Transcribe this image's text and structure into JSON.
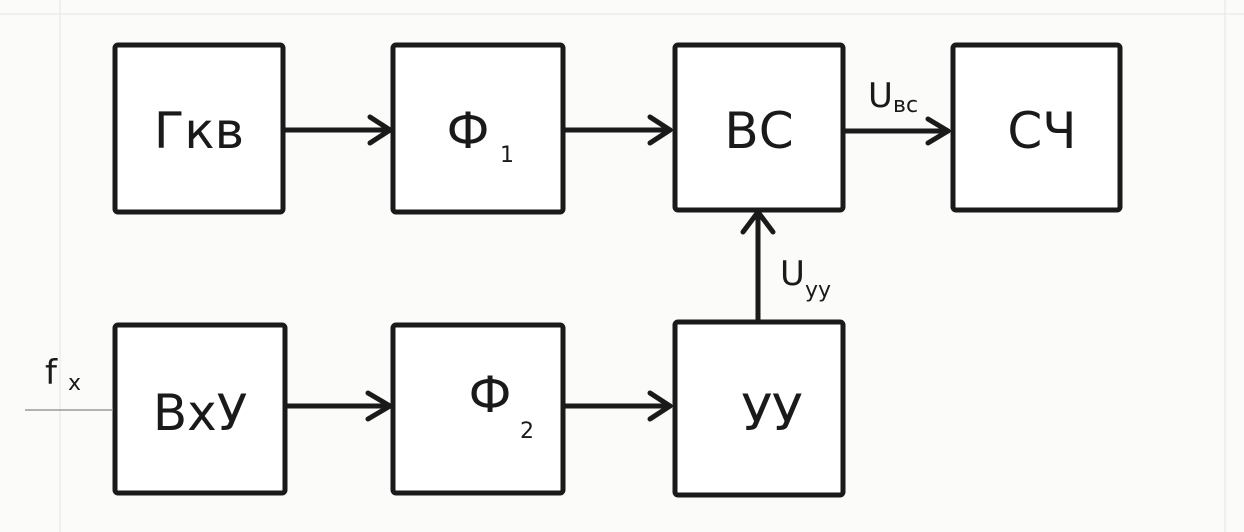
{
  "blocks": {
    "gkv": {
      "main": "Гкв",
      "sub": ""
    },
    "f1": {
      "main": "Ф",
      "sub": "1"
    },
    "vs": {
      "main": "ВС",
      "sub": ""
    },
    "sch": {
      "main": "СЧ",
      "sub": ""
    },
    "vxu": {
      "main": "ВхУ",
      "sub": ""
    },
    "f2": {
      "main": "Ф",
      "sub": "2"
    },
    "uu": {
      "main": "УУ",
      "sub": ""
    }
  },
  "signals": {
    "u_vs": {
      "main": "U",
      "sub": "вс"
    },
    "u_uu": {
      "main": "U",
      "sub": "уу"
    },
    "f_x": {
      "main": "f",
      "sub": "x"
    }
  },
  "colors": {
    "ink": "#1a1a1a",
    "paper": "#fbfbf9",
    "grid": "#e4e4e0"
  }
}
